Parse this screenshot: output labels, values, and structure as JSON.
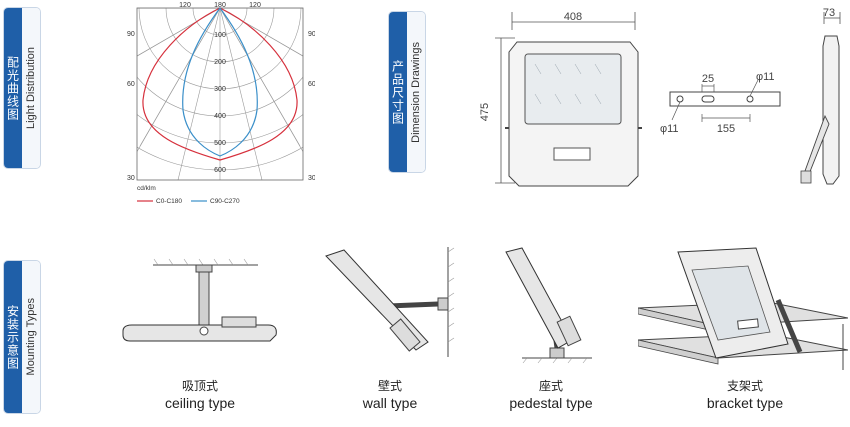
{
  "sections": {
    "light": {
      "cn": "配光曲线图",
      "en": "Light Distribution"
    },
    "dimension": {
      "cn": "产品尺寸图",
      "en": "Dimension Drawings"
    },
    "mounting": {
      "cn": "安装示意图",
      "en": "Mounting Types"
    }
  },
  "polar": {
    "top_angles": [
      "120",
      "180",
      "120"
    ],
    "side_angles": [
      "90",
      "60",
      "30"
    ],
    "radial": [
      "100",
      "200",
      "300",
      "400",
      "500",
      "600"
    ],
    "unit": "cd/klm",
    "legend": [
      "C0-C180",
      "C90-C270"
    ],
    "colors": {
      "c0": "#d6303c",
      "c90": "#3a8fc9"
    }
  },
  "dimensions": {
    "width": "408",
    "height": "475",
    "depth": "73",
    "hole_spacing_small": "25",
    "hole_dia_top": "φ11",
    "hole_dia_bottom": "φ11",
    "hole_spacing_large": "155"
  },
  "mounting": [
    {
      "cn": "吸顶式",
      "en": "ceiling type"
    },
    {
      "cn": "壁式",
      "en": "wall type"
    },
    {
      "cn": "座式",
      "en": "pedestal type"
    },
    {
      "cn": "支架式",
      "en": "bracket type"
    }
  ]
}
